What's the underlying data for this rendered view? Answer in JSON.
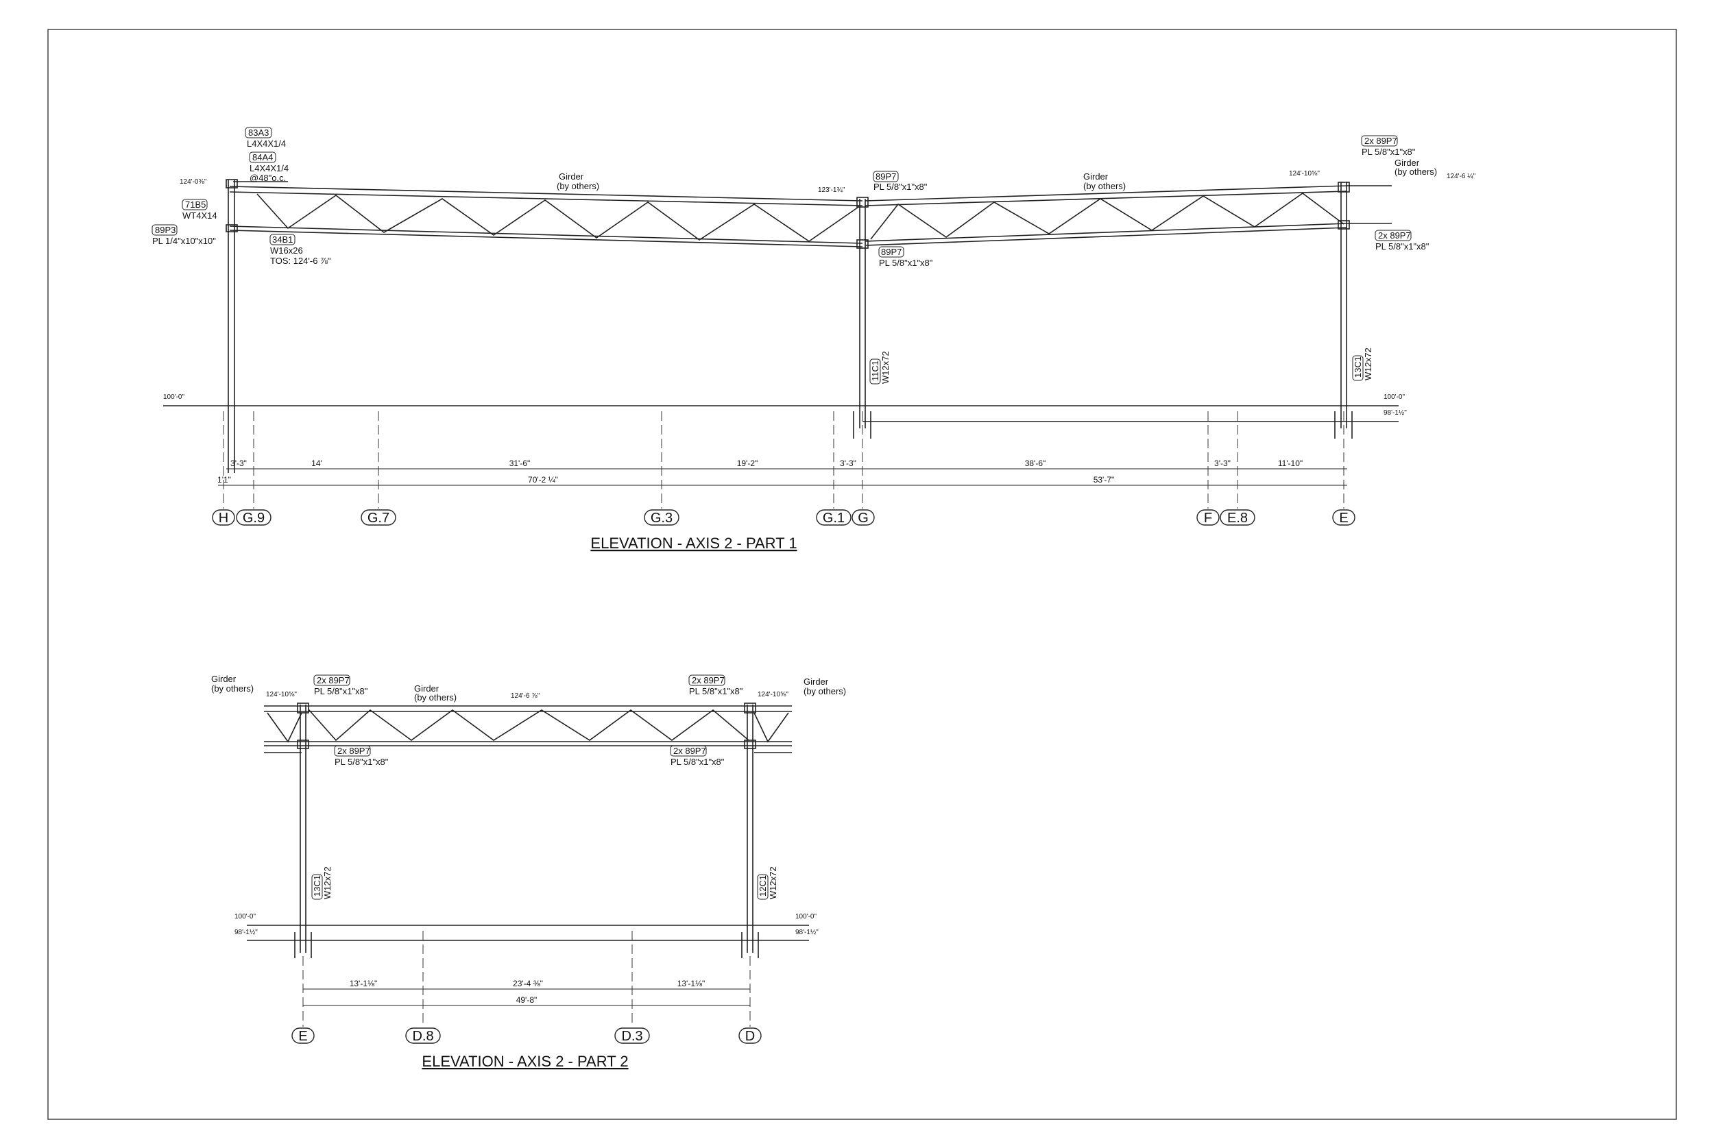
{
  "part1": {
    "title": "ELEVATION - AXIS 2 - PART 1",
    "grids": [
      "H",
      "G.9",
      "G.7",
      "G.3",
      "G.1",
      "G",
      "F",
      "E.8",
      "E"
    ],
    "dims_row1": [
      "3'-3\"",
      "14'",
      "31'-6\"",
      "19'-2\"",
      "3'-3\"",
      "38'-6\"",
      "3'-3\"",
      "11'-10\""
    ],
    "dims_row2": [
      "1'1\"",
      "70'-2 ¼\"",
      "53'-7\""
    ],
    "elevations": {
      "left_top": "124'-0⅜\"",
      "mid_top": "123'-1¾\"",
      "right_top": "124'-10⅝\"",
      "far_right": "124'-6 ¼\"",
      "base": "100'-0\"",
      "base_right": "100'-0\"",
      "footing_right": "98'-1½\""
    },
    "labels": {
      "tag_83A3": "83A3",
      "sec_83A3": "L4X4X1/4",
      "tag_84A4": "84A4",
      "sec_84A4": "L4X4X1/4",
      "spacing_84A4": "@48\"o.c.",
      "tag_71B5": "71B5",
      "sec_71B5": "WT4X14",
      "tag_89P3": "89P3",
      "sec_89P3": "PL 1/4\"x10\"x10\"",
      "tag_34B1": "34B1",
      "sec_34B1": "W16x26",
      "tos_34B1": "TOS: 124'-6 ⅞\"",
      "girder_1": "Girder",
      "girder_1_by": "(by others)",
      "tag_89P7_a": "89P7",
      "sec_89P7_a": "PL 5/8\"x1\"x8\"",
      "tag_89P7_b": "89P7",
      "sec_89P7_b": "PL 5/8\"x1\"x8\"",
      "girder_2": "Girder",
      "girder_2_by": "(by others)",
      "tag_2x89P7_a": "2x 89P7",
      "sec_2x89P7_a": "PL 5/8\"x1\"x8\"",
      "girder_3": "Girder",
      "girder_3_by": "(by others)",
      "tag_2x89P7_b": "2x 89P7",
      "sec_2x89P7_b": "PL 5/8\"x1\"x8\"",
      "tag_11C1": "11C1",
      "sec_11C1": "W12x72",
      "tag_13C1": "13C1",
      "sec_13C1": "W12x72"
    }
  },
  "part2": {
    "title": "ELEVATION - AXIS 2 - PART 2",
    "grids": [
      "E",
      "D.8",
      "D.3",
      "D"
    ],
    "dims_row1": [
      "13'-1⅛\"",
      "23'-4 ⅜\"",
      "13'-1⅛\""
    ],
    "dims_row2": [
      "49'-8\""
    ],
    "elevations": {
      "left_top": "124'-10⅝\"",
      "mid_top": "124'-6 ⅞\"",
      "right_top": "124'-10⅝\"",
      "base_left": "100'-0\"",
      "footing_left": "98'-1½\"",
      "base_right": "100'-0\"",
      "footing_right": "98'-1½\""
    },
    "labels": {
      "girder_l": "Girder",
      "girder_l_by": "(by others)",
      "tag_2x89P7_tl": "2x 89P7",
      "sec_2x89P7_tl": "PL 5/8\"x1\"x8\"",
      "girder_m": "Girder",
      "girder_m_by": "(by others)",
      "tag_2x89P7_tr": "2x 89P7",
      "sec_2x89P7_tr": "PL 5/8\"x1\"x8\"",
      "girder_r": "Girder",
      "girder_r_by": "(by others)",
      "tag_2x89P7_bl": "2x 89P7",
      "sec_2x89P7_bl": "PL 5/8\"x1\"x8\"",
      "tag_2x89P7_br": "2x 89P7",
      "sec_2x89P7_br": "PL 5/8\"x1\"x8\"",
      "tag_13C1": "13C1",
      "sec_13C1": "W12x72",
      "tag_12C1": "12C1",
      "sec_12C1": "W12x72"
    }
  }
}
